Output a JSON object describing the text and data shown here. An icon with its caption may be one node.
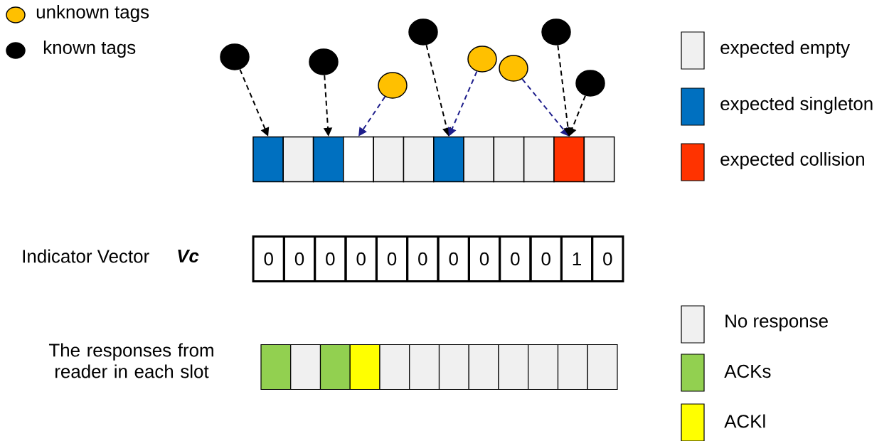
{
  "diagram": {
    "nodes": [
      {
        "text": [],
        "shape": "circle"
      },
      {
        "text": [],
        "shape": "circle"
      },
      {
        "text": [],
        "shape": "circle"
      },
      {
        "text": [],
        "shape": "circle"
      },
      {
        "text": [],
        "shape": "circle"
      },
      {
        "text": [],
        "shape": "circle"
      },
      {
        "text": [],
        "shape": "circle"
      },
      {
        "text": [],
        "shape": "circle"
      },
      {
        "text": [],
        "shape": "box"
      },
      {
        "text": [],
        "shape": "box"
      },
      {
        "text": [],
        "shape": "box"
      },
      {
        "text": [],
        "shape": "box"
      },
      {
        "text": [],
        "shape": "box"
      },
      {
        "text": [],
        "shape": "box"
      },
      {
        "text": [],
        "shape": "box"
      },
      {
        "text": [],
        "shape": "box"
      },
      {
        "text": [],
        "shape": "box"
      },
      {
        "text": [],
        "shape": "box"
      },
      {
        "text": [],
        "shape": "box"
      },
      {
        "text": [],
        "shape": "box"
      },
      {
        "text": [],
        "shape": "box"
      },
      {
        "text": [],
        "shape": "box"
      },
      {
        "text": [],
        "shape": "box"
      },
      {
        "text": [],
        "shape": "box"
      },
      {
        "text": [],
        "shape": "box"
      },
      {
        "text": [],
        "shape": "box"
      },
      {
        "text": [],
        "shape": "box"
      },
      {
        "text": [],
        "shape": "box"
      },
      {
        "text": [],
        "shape": "box"
      },
      {
        "text": [],
        "shape": "box"
      },
      {
        "text": [],
        "shape": "box"
      },
      {
        "text": [],
        "shape": "box"
      }
    ],
    "edges": [
      {
        "from": 0,
        "to": 8,
        "arrow": "to",
        "style": "dashed"
      },
      {
        "from": 1,
        "to": 10,
        "arrow": "to",
        "style": "dashed"
      },
      {
        "from": 2,
        "to": 11,
        "arrow": "to",
        "style": "dashed",
        "color": "#1f1f8c"
      },
      {
        "from": 3,
        "to": 14,
        "arrow": "to",
        "style": "dashed"
      },
      {
        "from": 4,
        "to": 14,
        "arrow": "to",
        "style": "dashed",
        "color": "#1f1f8c"
      },
      {
        "from": 5,
        "to": 18,
        "arrow": "to",
        "style": "dashed",
        "color": "#1f1f8c"
      },
      {
        "from": 6,
        "to": 18,
        "arrow": "to",
        "style": "dashed"
      },
      {
        "from": 7,
        "to": 18,
        "arrow": "to",
        "style": "dashed"
      }
    ],
    "labels": [
      "Indicator Vector",
      "Vc",
      "0",
      "0",
      "0",
      "0",
      "0",
      "0",
      "0",
      "0",
      "0",
      "0",
      "1",
      "0",
      "The responses from reader in each slot"
    ],
    "legend": [
      {
        "text": "unknown tags",
        "color": "#ffc000"
      },
      {
        "text": "known tags",
        "color": "#000000"
      },
      {
        "text": "expected empty",
        "color": "#f0f0f0"
      },
      {
        "text": "expected singleton",
        "color": "#0070c0"
      },
      {
        "text": "expected collision",
        "color": "#ff3300"
      },
      {
        "text": "No response",
        "color": "#f0f0f0"
      },
      {
        "text": "ACKs",
        "color": "#92d050"
      },
      {
        "text": "ACKl",
        "color": "#ffff00"
      }
    ]
  }
}
